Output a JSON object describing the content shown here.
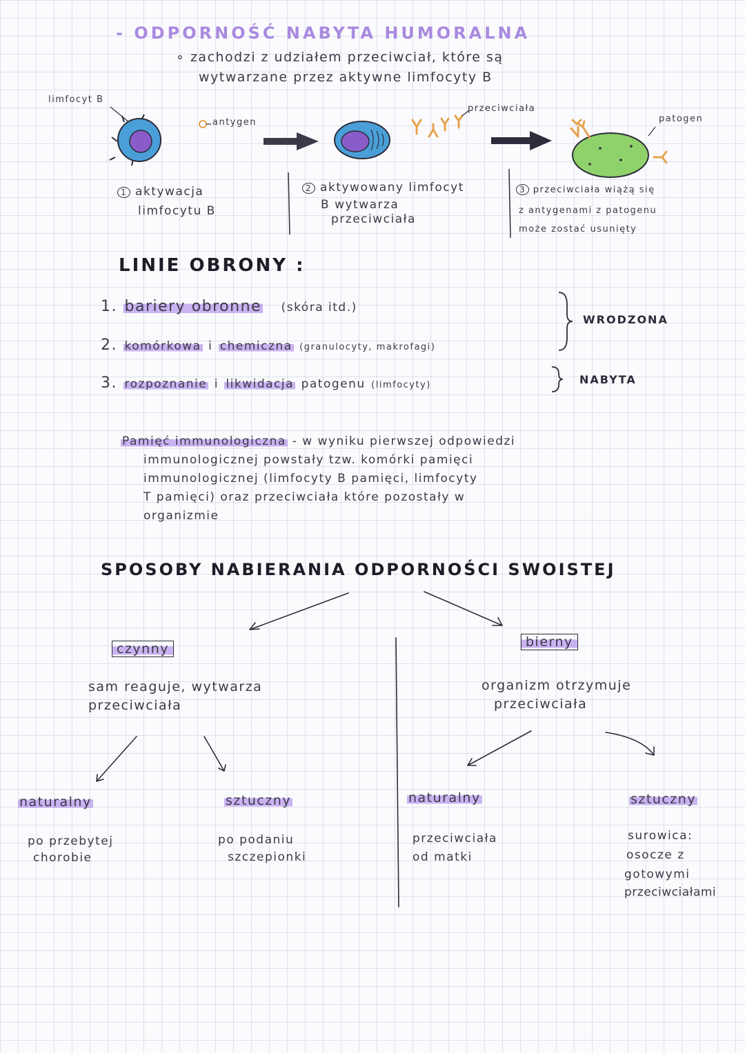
{
  "title": "- ODPORNOŚĆ NABYTA HUMORALNA",
  "intro": {
    "bullet": "∘",
    "line1": "zachodzi z udziałem przeciwciał, które są",
    "line2": "wytwarzane przez aktywne limfocyty B"
  },
  "diagram": {
    "label_lymphocyte": "limfocyt B",
    "label_antigen": "antygen",
    "label_antibodies": "przeciwciała",
    "label_pathogen": "patogen",
    "step1": {
      "num": "1",
      "line1": "aktywacja",
      "line2": "limfocytu B"
    },
    "step2": {
      "num": "2",
      "line1": "aktywowany limfocyt",
      "line2": "B wytwarza",
      "line3": "przeciwciała"
    },
    "step3": {
      "num": "3",
      "line1": "przeciwciała wiążą się",
      "line2": "z antygenami z patogenu",
      "line3": "może zostać usunięty"
    }
  },
  "defense": {
    "heading": "LINIE OBRONY :",
    "items": [
      {
        "num": "1.",
        "main": "bariery obronne",
        "note": "(skóra itd.)"
      },
      {
        "num": "2.",
        "main1": "komórkowa",
        "sep": "i",
        "main2": "chemiczna",
        "note": "(granulocyty, makrofagi)"
      },
      {
        "num": "3.",
        "main1": "rozpoznanie",
        "sep": "i",
        "main2": "likwidacja",
        "rest": "patogenu",
        "note": "(limfocyty)"
      }
    ],
    "innate": "WRODZONA",
    "acquired": "NABYTA"
  },
  "memory": {
    "term": "Pamięć immunologiczna",
    "line1": "- w wyniku pierwszej odpowiedzi",
    "line2": "immunologicznej powstały tzw. komórki pamięci",
    "line3": "immunologicznej (limfocyty B pamięci, limfocyty",
    "line4": "T pamięci) oraz przeciwciała które pozostały w",
    "line5": "organizmie"
  },
  "methods": {
    "heading": "SPOSOBY NABIERANIA ODPORNOŚCI SWOISTEJ",
    "active": {
      "label": "czynny",
      "desc1": "sam reaguje, wytwarza",
      "desc2": "przeciwciała",
      "natural": {
        "label": "naturalny",
        "desc1": "po przebytej",
        "desc2": "chorobie"
      },
      "artificial": {
        "label": "sztuczny",
        "desc1": "po podaniu",
        "desc2": "szczepionki"
      }
    },
    "passive": {
      "label": "bierny",
      "desc1": "organizm otrzymuje",
      "desc2": "przeciwciała",
      "natural": {
        "label": "naturalny",
        "desc1": "przeciwciała",
        "desc2": "od matki"
      },
      "artificial": {
        "label": "sztuczny",
        "desc1": "surowica:",
        "desc2": "osocze z",
        "desc3": "gotowymi",
        "desc4": "przeciwciałami"
      }
    }
  },
  "colors": {
    "highlight": "#b08ceb",
    "title": "#a98ae0",
    "cell_blue": "#4a9fd8",
    "cell_nucleus": "#8a5cc9",
    "pathogen": "#8fd16a",
    "antibody": "#e6a24f"
  }
}
